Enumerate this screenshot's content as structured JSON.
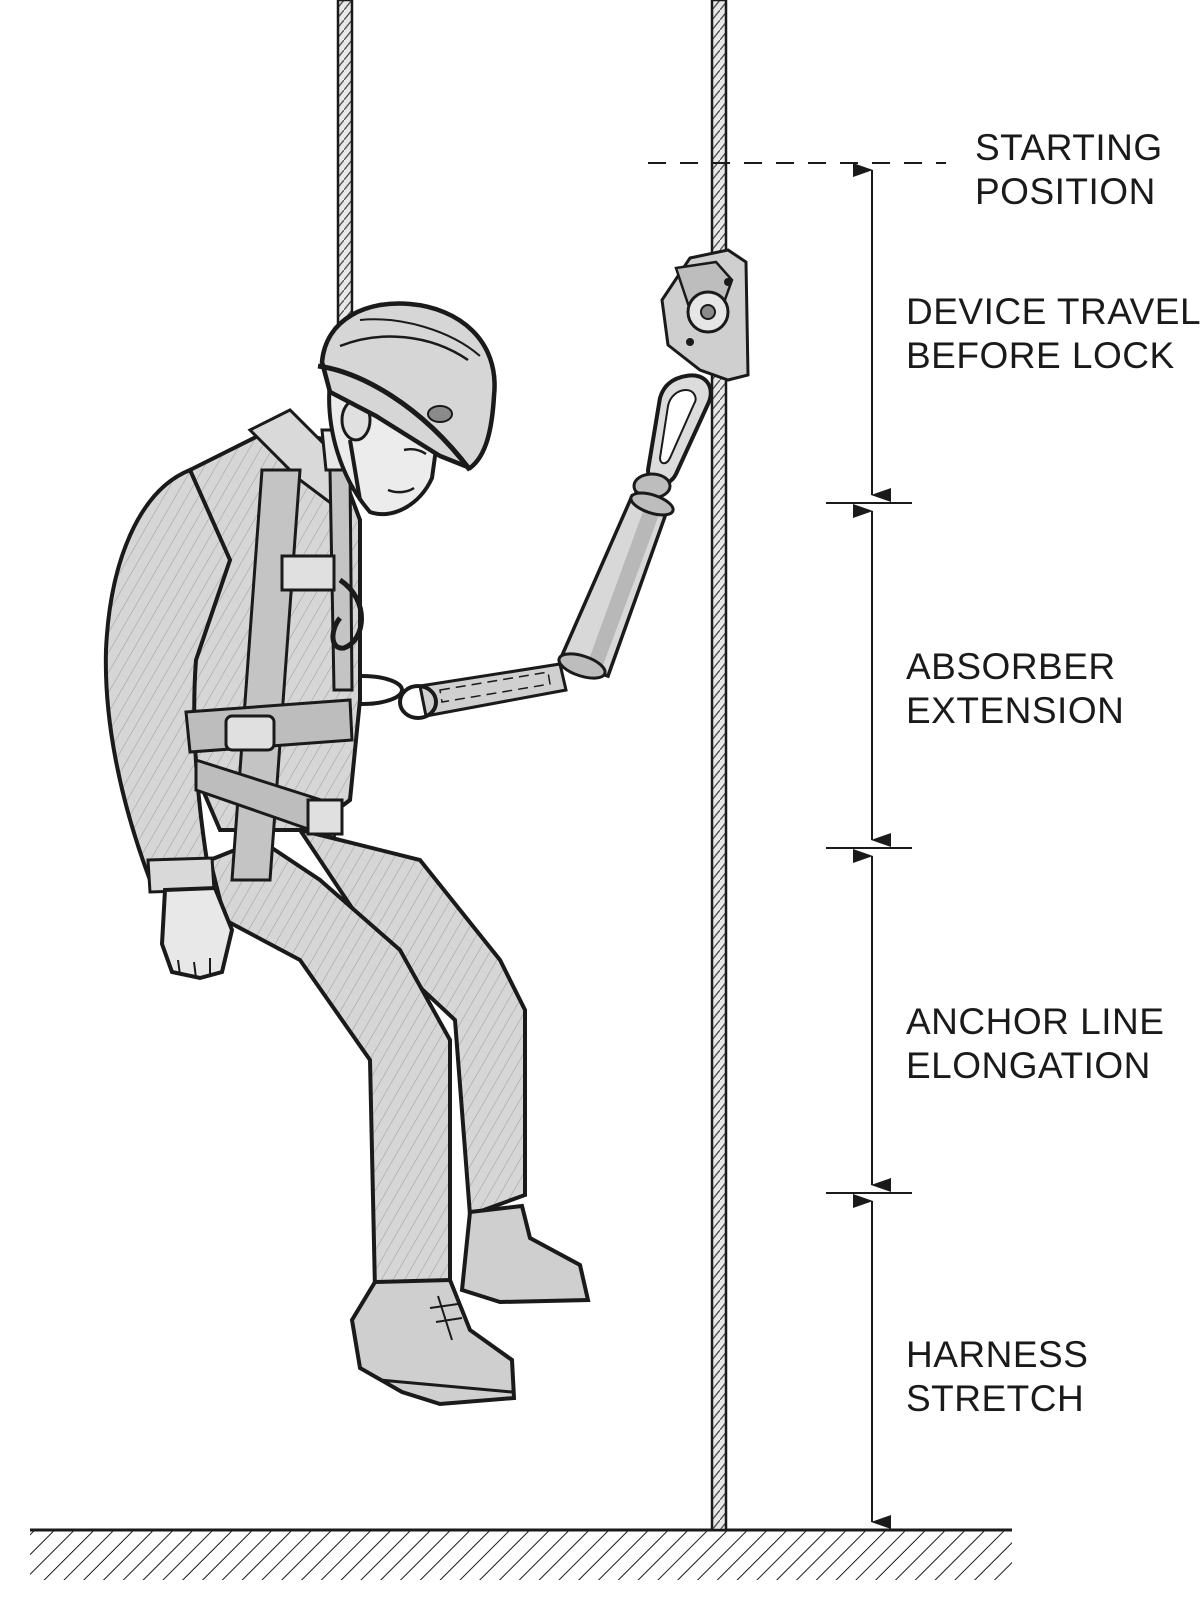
{
  "diagram": {
    "labels": {
      "starting_position": [
        "STARTING",
        "POSITION"
      ],
      "device_travel": [
        "DEVICE TRAVEL",
        "BEFORE LOCK"
      ],
      "absorber_extension": [
        "ABSORBER",
        "EXTENSION"
      ],
      "anchor_line_elongation": [
        "ANCHOR LINE",
        "ELONGATION"
      ],
      "harness_stretch": [
        "HARNESS",
        "STRETCH"
      ]
    },
    "colors": {
      "ink": "#1a1a1a",
      "fill": "#d9d9d9",
      "fill_dark": "#b5b5b5",
      "background": "#ffffff"
    },
    "icons": [
      "rope-grab-device-icon",
      "carabiner-icon",
      "shock-absorber-icon",
      "worker-figure-icon"
    ]
  }
}
